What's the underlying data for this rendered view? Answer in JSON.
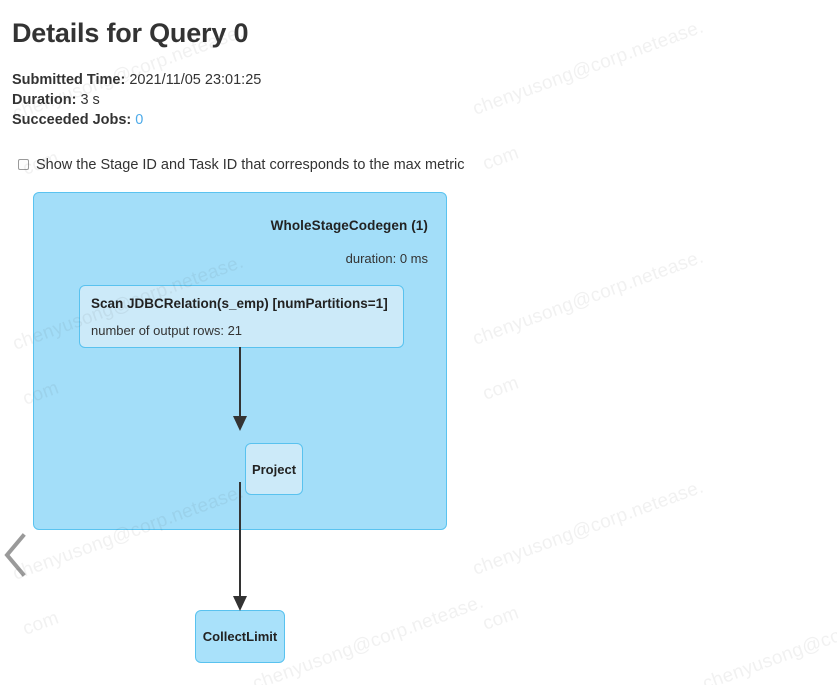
{
  "page": {
    "title": "Details for Query 0"
  },
  "meta": {
    "submitted_time_label": "Submitted Time:",
    "submitted_time_value": "2021/11/05 23:01:25",
    "duration_label": "Duration:",
    "duration_value": "3 s",
    "succeeded_jobs_label": "Succeeded Jobs:",
    "succeeded_jobs_value": "0"
  },
  "options": {
    "show_stage_task_id_label": "Show the Stage ID and Task ID that corresponds to the max metric",
    "show_stage_task_id_checked": false
  },
  "plan": {
    "cluster": {
      "title": "WholeStageCodegen (1)",
      "metric": "duration: 0 ms"
    },
    "nodes": [
      {
        "name": "scan",
        "title": "Scan JDBCRelation(s_emp) [numPartitions=1]",
        "metric": "number of output rows: 21"
      },
      {
        "name": "project",
        "title": "Project"
      },
      {
        "name": "collect-limit",
        "title": "CollectLimit"
      }
    ],
    "collapse_icon": "chevron-left-icon"
  },
  "colors": {
    "cluster_fill": "#a3def9",
    "node_fill": "#cceaf9",
    "collect_fill": "#a9e1fa",
    "node_border": "#59c2ef",
    "edge": "#333333",
    "link": "#4eabe9",
    "text": "#333333"
  },
  "watermark": {
    "line1": "chenyusong@corp.netease.",
    "line2": "com"
  }
}
